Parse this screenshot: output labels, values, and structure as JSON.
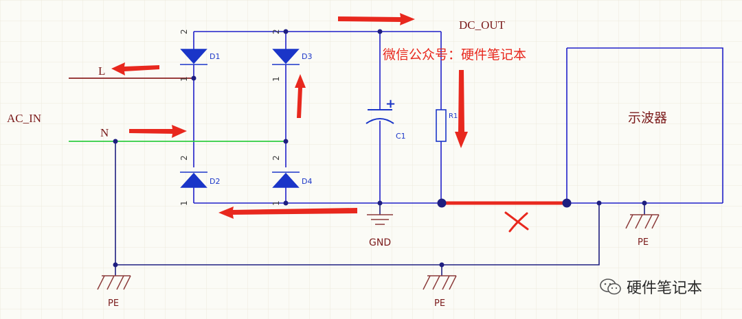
{
  "labels": {
    "ac_in": "AC_IN",
    "line": "L",
    "neutral": "N",
    "dc_out": "DC_OUT",
    "gnd": "GND",
    "pe": "PE",
    "scope": "示波器",
    "annotation": "微信公众号：硬件笔记本",
    "d1": "D1",
    "d2": "D2",
    "d3": "D3",
    "d4": "D4",
    "c1": "C1",
    "r1": "R1",
    "plus": "+",
    "pin1": "1",
    "pin2": "2",
    "cross": "X"
  },
  "watermark": {
    "text": "硬件笔记本",
    "icon": "wechat-icon"
  },
  "colors": {
    "wire": "#1e1ec8",
    "line_wire": "#8b2020",
    "neutral_wire": "#2ecc40",
    "component": "#1a35c8",
    "pe_symbol": "#8b3a3a",
    "arrow": "#e8281e",
    "short": "#e8281e"
  }
}
